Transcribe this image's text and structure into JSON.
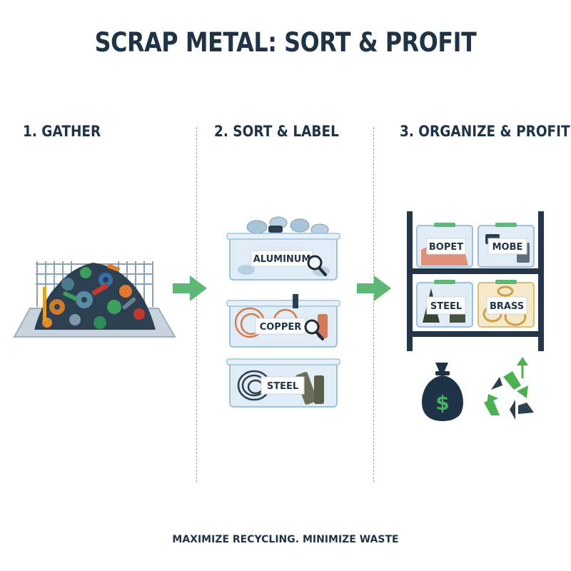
{
  "title": "SCRAP METAL: SORT & PROFIT",
  "steps": [
    {
      "label": "1. GATHER"
    },
    {
      "label": "2. SORT & LABEL"
    },
    {
      "label": "3. ORGANIZE & PROFIT"
    }
  ],
  "sort_bins": [
    {
      "label": "ALUMINUM"
    },
    {
      "label": "COPPER"
    },
    {
      "label": "STEEL"
    }
  ],
  "shelf_bins": [
    {
      "label": "BOPET"
    },
    {
      "label": "MOBE"
    },
    {
      "label": "STEEL"
    },
    {
      "label": "BRASS"
    }
  ],
  "icons": [
    "money-bag-icon",
    "recycle-icon",
    "magnifier-icon",
    "arrow-right-icon"
  ],
  "colors": {
    "text": "#1f3347",
    "arrow": "#5cb874",
    "divider": "#74c38f",
    "money": "#2b4a5e",
    "recycle": "#4caf50"
  },
  "footer": "MAXIMIZE RECYCLING. MINIMIZE WASTE"
}
